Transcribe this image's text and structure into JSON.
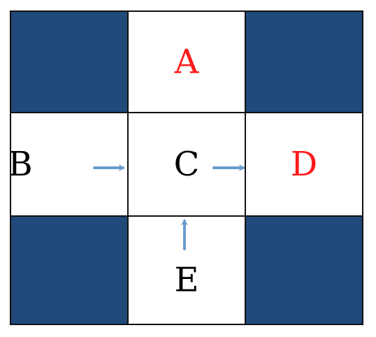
{
  "colors": {
    "dark_cell": "#214A7B",
    "light_cell": "#FFFFFF",
    "grid_line": "#111111",
    "highlight_label": "#FF1A1A",
    "normal_label": "#000000",
    "arrow": "#6A9BCE"
  },
  "grid": {
    "rows": 3,
    "cols": 3,
    "cells": [
      {
        "row": 0,
        "col": 0,
        "fill": "dark",
        "label": ""
      },
      {
        "row": 0,
        "col": 1,
        "fill": "light",
        "label": "A",
        "highlight": true
      },
      {
        "row": 0,
        "col": 2,
        "fill": "dark",
        "label": ""
      },
      {
        "row": 1,
        "col": 0,
        "fill": "light",
        "label": "B",
        "highlight": false
      },
      {
        "row": 1,
        "col": 1,
        "fill": "light",
        "label": "C",
        "highlight": false
      },
      {
        "row": 1,
        "col": 2,
        "fill": "light",
        "label": "D",
        "highlight": true
      },
      {
        "row": 2,
        "col": 0,
        "fill": "dark",
        "label": ""
      },
      {
        "row": 2,
        "col": 1,
        "fill": "light",
        "label": "E",
        "highlight": false
      },
      {
        "row": 2,
        "col": 2,
        "fill": "dark",
        "label": ""
      }
    ]
  },
  "arrows": [
    {
      "from": "B",
      "to": "C",
      "direction": "right"
    },
    {
      "from": "C",
      "to": "D",
      "direction": "right"
    },
    {
      "from": "E",
      "to": "C",
      "direction": "up"
    }
  ]
}
